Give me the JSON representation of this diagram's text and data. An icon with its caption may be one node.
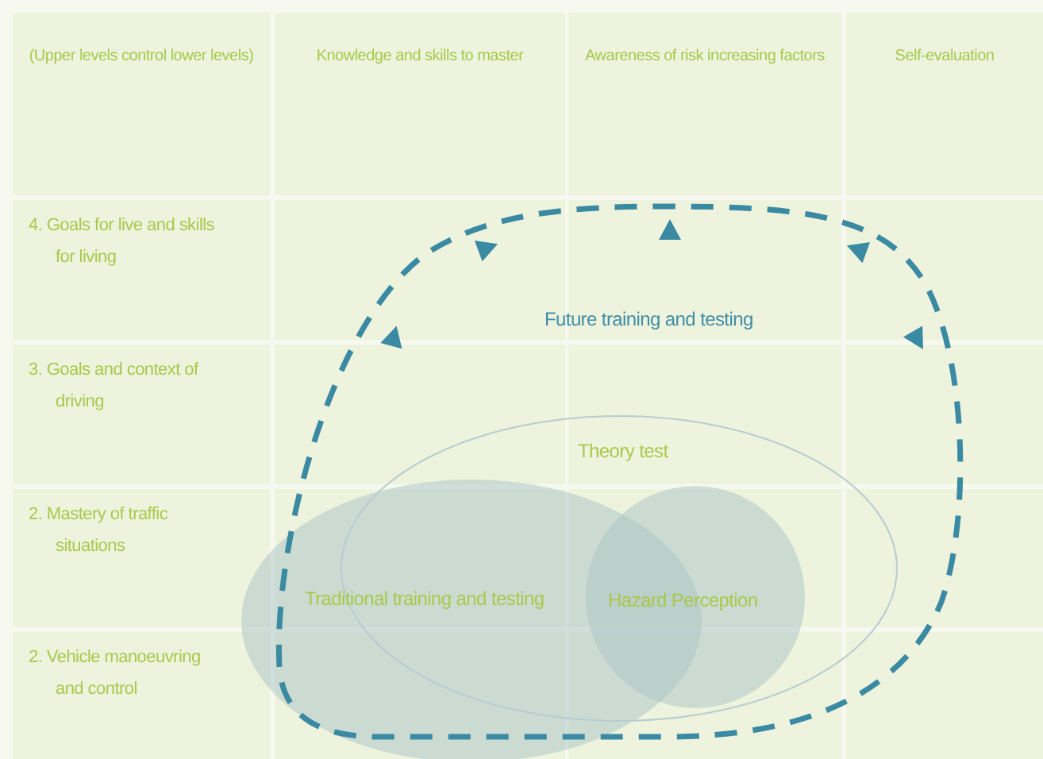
{
  "diagram": {
    "nodes": [
      {
        "text": [
          "Future training and testing"
        ]
      },
      {
        "text": [
          "Theory test"
        ],
        "in": 0
      },
      {
        "text": [
          "Traditional training and testing"
        ]
      },
      {
        "text": [
          "Hazard Perception"
        ],
        "in": 1
      }
    ],
    "labels": [
      "(Upper levels control lower levels)",
      "Knowledge and skills to master",
      "Awareness of risk increasing factors",
      "Self-evaluation",
      "4. Goals for live and skills for living",
      "3. Goals and context of driving",
      "2. Mastery of traffic situations",
      "2. Vehicle manoeuvring and control"
    ]
  }
}
